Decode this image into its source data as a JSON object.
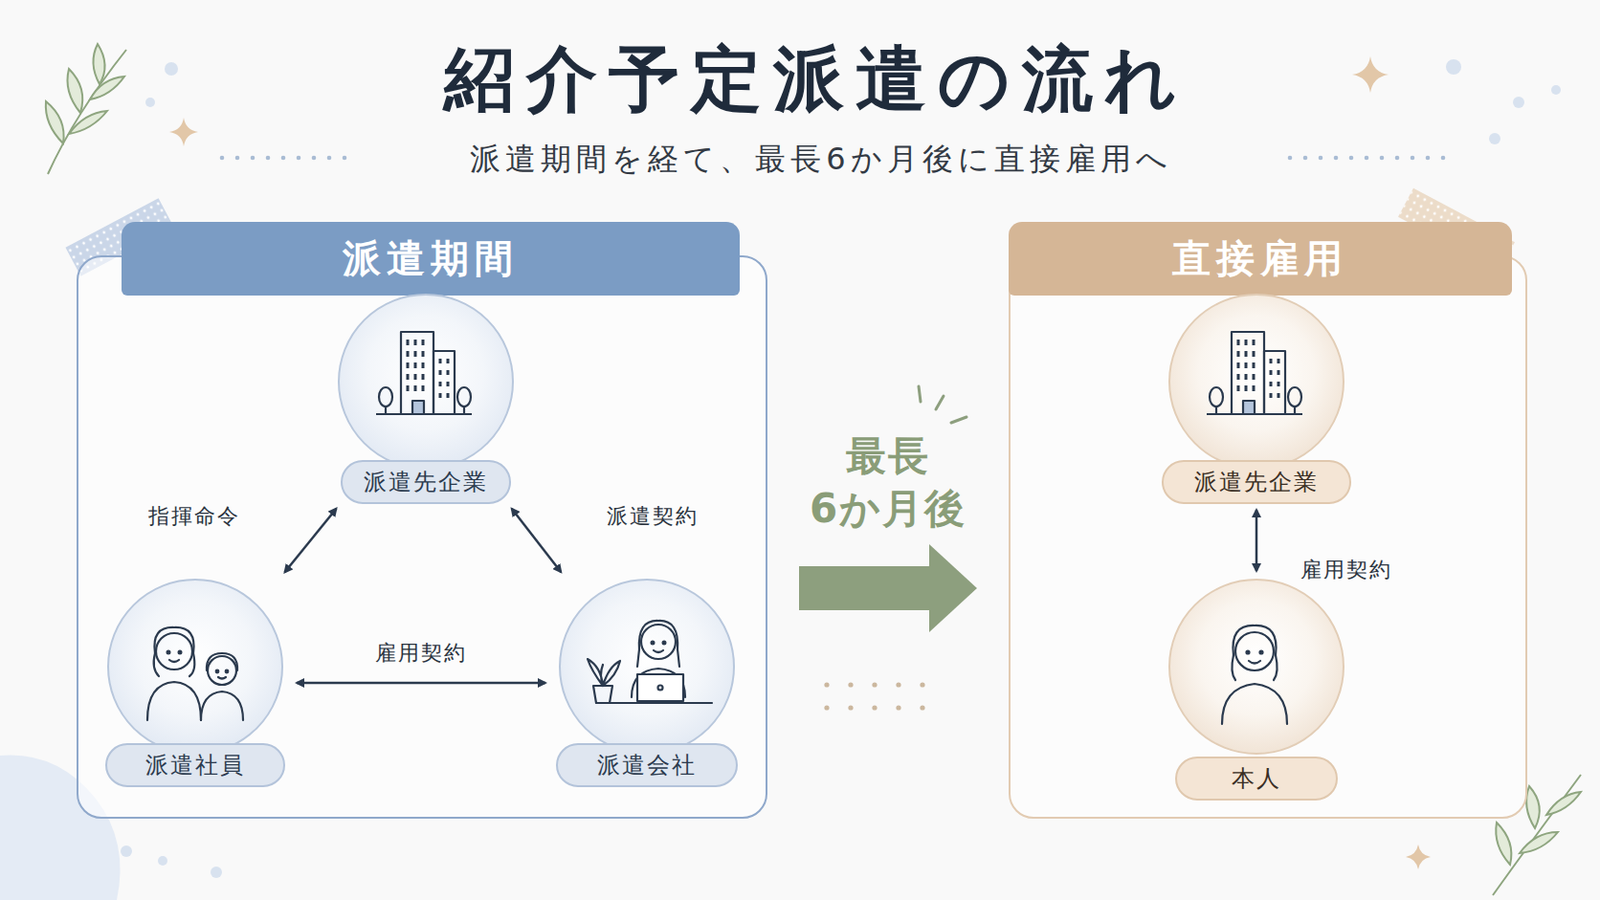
{
  "diagram": {
    "title": "紹介予定派遣の流れ",
    "caption": "派遣期間を経て、最長6か月後に直接雇用へ",
    "nodes": [
      {
        "text": [
          "派遣期間"
        ]
      },
      {
        "text": [
          "派遣先企業"
        ],
        "in": 0
      },
      {
        "text": [
          "派遣社員"
        ],
        "in": 0
      },
      {
        "text": [
          "派遣会社"
        ],
        "in": 0
      },
      {
        "text": [
          "直接雇用"
        ]
      },
      {
        "text": [
          "派遣先企業"
        ],
        "in": 4
      },
      {
        "text": [
          "本人"
        ],
        "in": 4
      }
    ],
    "edges": [
      {
        "from": 1,
        "to": 2,
        "label": "指揮命令",
        "arrow": "both"
      },
      {
        "from": 1,
        "to": 3,
        "label": "派遣契約",
        "arrow": "both"
      },
      {
        "from": 2,
        "to": 3,
        "label": "雇用契約",
        "arrow": "both"
      },
      {
        "from": 0,
        "to": 4,
        "label": "最長 6か月後",
        "arrow": "to"
      },
      {
        "from": 5,
        "to": 6,
        "label": "雇用契約",
        "arrow": "both"
      }
    ]
  }
}
